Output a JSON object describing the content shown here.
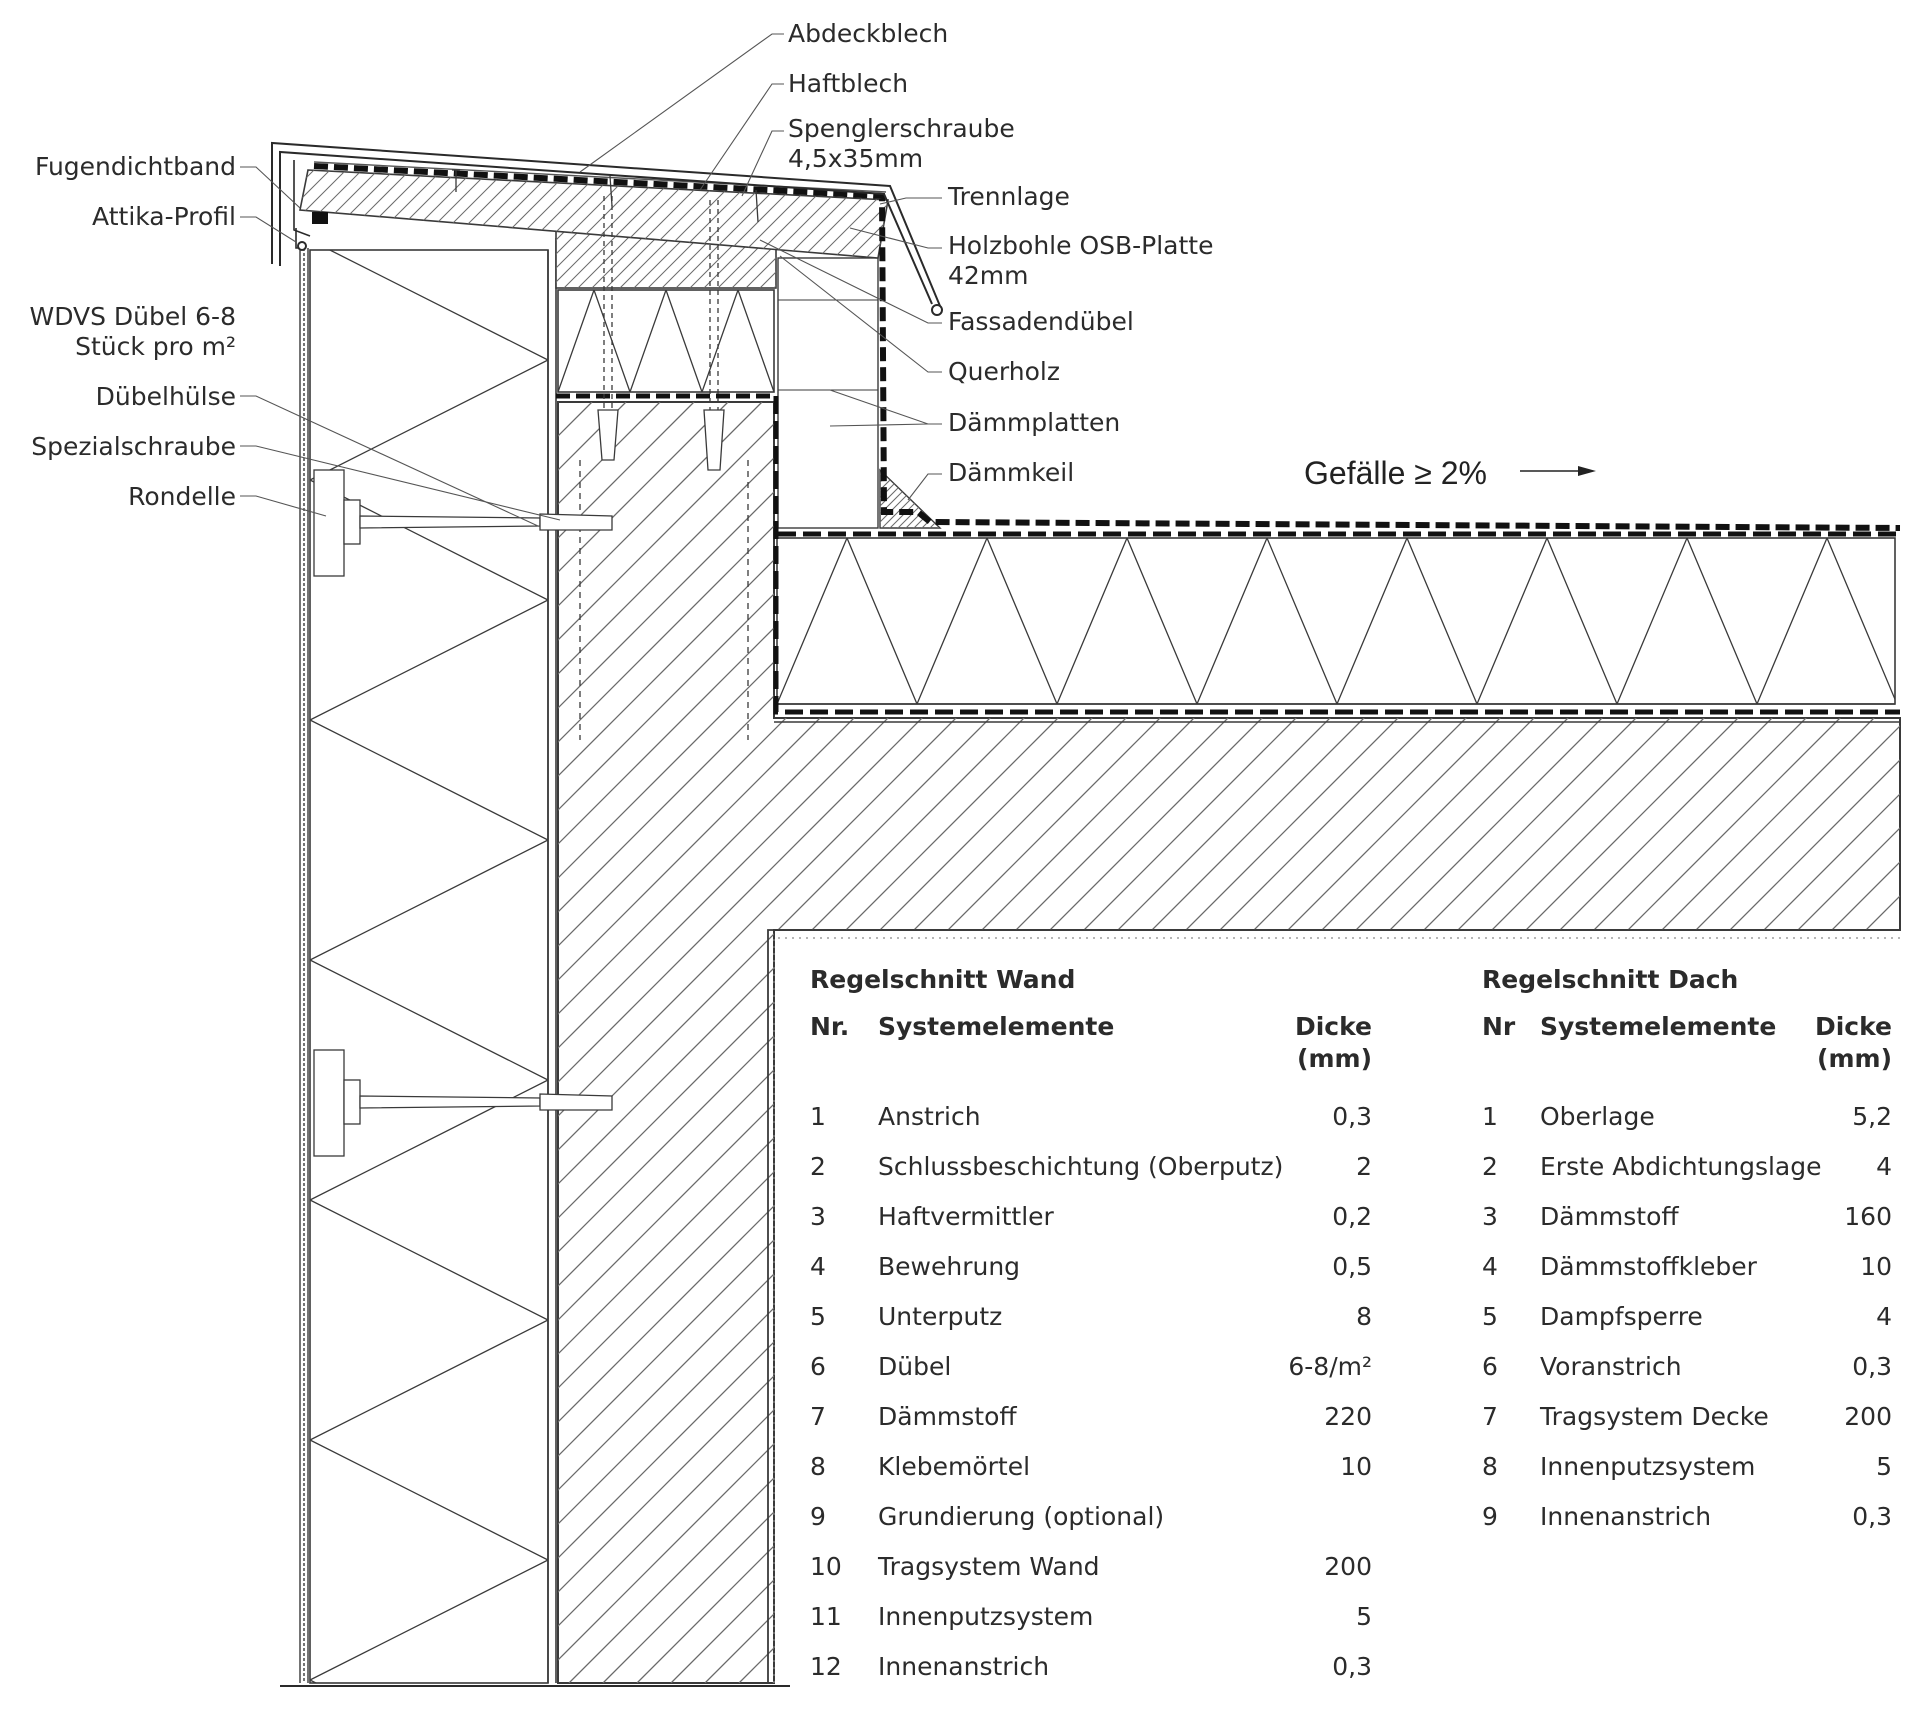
{
  "labels_left": [
    {
      "id": "fugendichtband",
      "text": "Fugendichtband"
    },
    {
      "id": "attika-profil",
      "text": "Attika-Profil"
    },
    {
      "id": "wdvs-duebel",
      "text": "WDVS Dübel 6-8\nStück pro m²"
    },
    {
      "id": "duebelhuelse",
      "text": "Dübelhülse"
    },
    {
      "id": "spezialschraube",
      "text": "Spezialschraube"
    },
    {
      "id": "rondelle",
      "text": "Rondelle"
    }
  ],
  "labels_right": [
    {
      "id": "abdeckblech",
      "text": "Abdeckblech"
    },
    {
      "id": "haftblech",
      "text": "Haftblech"
    },
    {
      "id": "spenglerschraube",
      "text": "Spenglerschraube\n4,5x35mm"
    },
    {
      "id": "trennlage",
      "text": "Trennlage"
    },
    {
      "id": "holzbohle",
      "text": "Holzbohle OSB-Platte\n42mm"
    },
    {
      "id": "fassadenduebel",
      "text": "Fassadendübel"
    },
    {
      "id": "querholz",
      "text": "Querholz"
    },
    {
      "id": "daemmplatten",
      "text": "Dämmplatten"
    },
    {
      "id": "daemmkeil",
      "text": "Dämmkeil"
    }
  ],
  "slope_label": "Gefälle ≥ 2%",
  "table_wall": {
    "title": "Regelschnitt Wand",
    "headers": {
      "nr": "Nr.",
      "name": "Systemelemente",
      "thickness": "Dicke\n(mm)"
    },
    "rows": [
      {
        "nr": "1",
        "name": "Anstrich",
        "value": "0,3"
      },
      {
        "nr": "2",
        "name": "Schlussbeschichtung (Oberputz)",
        "value": "2"
      },
      {
        "nr": "3",
        "name": "Haftvermittler",
        "value": "0,2"
      },
      {
        "nr": "4",
        "name": "Bewehrung",
        "value": "0,5"
      },
      {
        "nr": "5",
        "name": "Unterputz",
        "value": "8"
      },
      {
        "nr": "6",
        "name": "Dübel",
        "value": "6-8/m²"
      },
      {
        "nr": "7",
        "name": "Dämmstoff",
        "value": "220"
      },
      {
        "nr": "8",
        "name": "Klebemörtel",
        "value": "10"
      },
      {
        "nr": "9",
        "name": "Grundierung (optional)",
        "value": ""
      },
      {
        "nr": "10",
        "name": "Tragsystem Wand",
        "value": "200"
      },
      {
        "nr": "11",
        "name": "Innenputzsystem",
        "value": "5"
      },
      {
        "nr": "12",
        "name": "Innenanstrich",
        "value": "0,3"
      }
    ]
  },
  "table_roof": {
    "title": "Regelschnitt Dach",
    "headers": {
      "nr": "Nr",
      "name": "Systemelemente",
      "thickness": "Dicke\n(mm)"
    },
    "rows": [
      {
        "nr": "1",
        "name": "Oberlage",
        "value": "5,2"
      },
      {
        "nr": "2",
        "name": "Erste Abdichtungslage",
        "value": "4"
      },
      {
        "nr": "3",
        "name": "Dämmstoff",
        "value": "160"
      },
      {
        "nr": "4",
        "name": "Dämmstoffkleber",
        "value": "10"
      },
      {
        "nr": "5",
        "name": "Dampfsperre",
        "value": "4"
      },
      {
        "nr": "6",
        "name": "Voranstrich",
        "value": "0,3"
      },
      {
        "nr": "7",
        "name": "Tragsystem Decke",
        "value": "200"
      },
      {
        "nr": "8",
        "name": "Innenputzsystem",
        "value": "5"
      },
      {
        "nr": "9",
        "name": "Innenanstrich",
        "value": "0,3"
      }
    ]
  },
  "colors": {
    "line": "#3a3a3a",
    "membrane": "#111111",
    "hatch": "#6a6a6a"
  }
}
